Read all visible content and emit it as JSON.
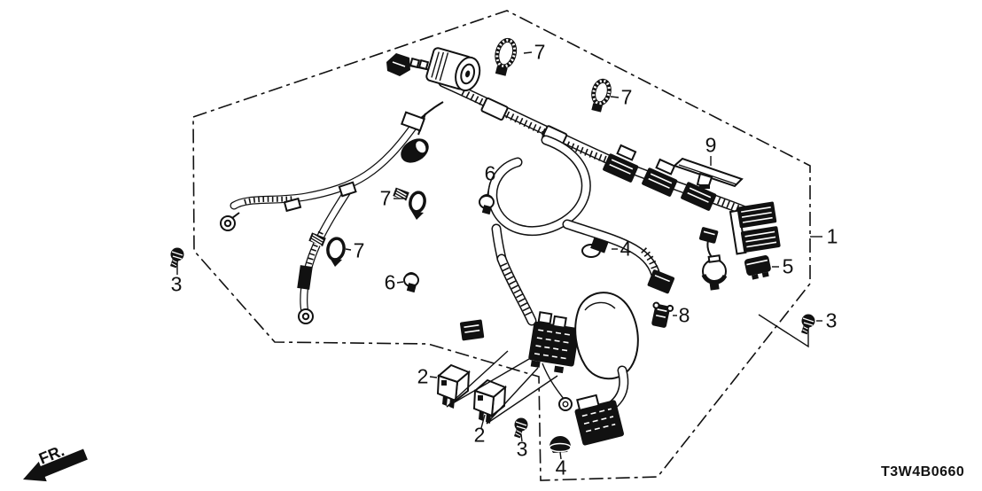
{
  "diagram": {
    "part_code": "T3W4B0660",
    "fr_label": "FR.",
    "callouts": [
      {
        "ref": "7"
      },
      {
        "ref": "7"
      },
      {
        "ref": "9"
      },
      {
        "ref": "1"
      },
      {
        "ref": "6"
      },
      {
        "ref": "7"
      },
      {
        "ref": "4"
      },
      {
        "ref": "7"
      },
      {
        "ref": "5"
      },
      {
        "ref": "3"
      },
      {
        "ref": "6"
      },
      {
        "ref": "8"
      },
      {
        "ref": "3"
      },
      {
        "ref": "2"
      },
      {
        "ref": "2"
      },
      {
        "ref": "3"
      },
      {
        "ref": "4"
      }
    ]
  },
  "colors": {
    "background": "#ffffff",
    "line": "#111111"
  }
}
